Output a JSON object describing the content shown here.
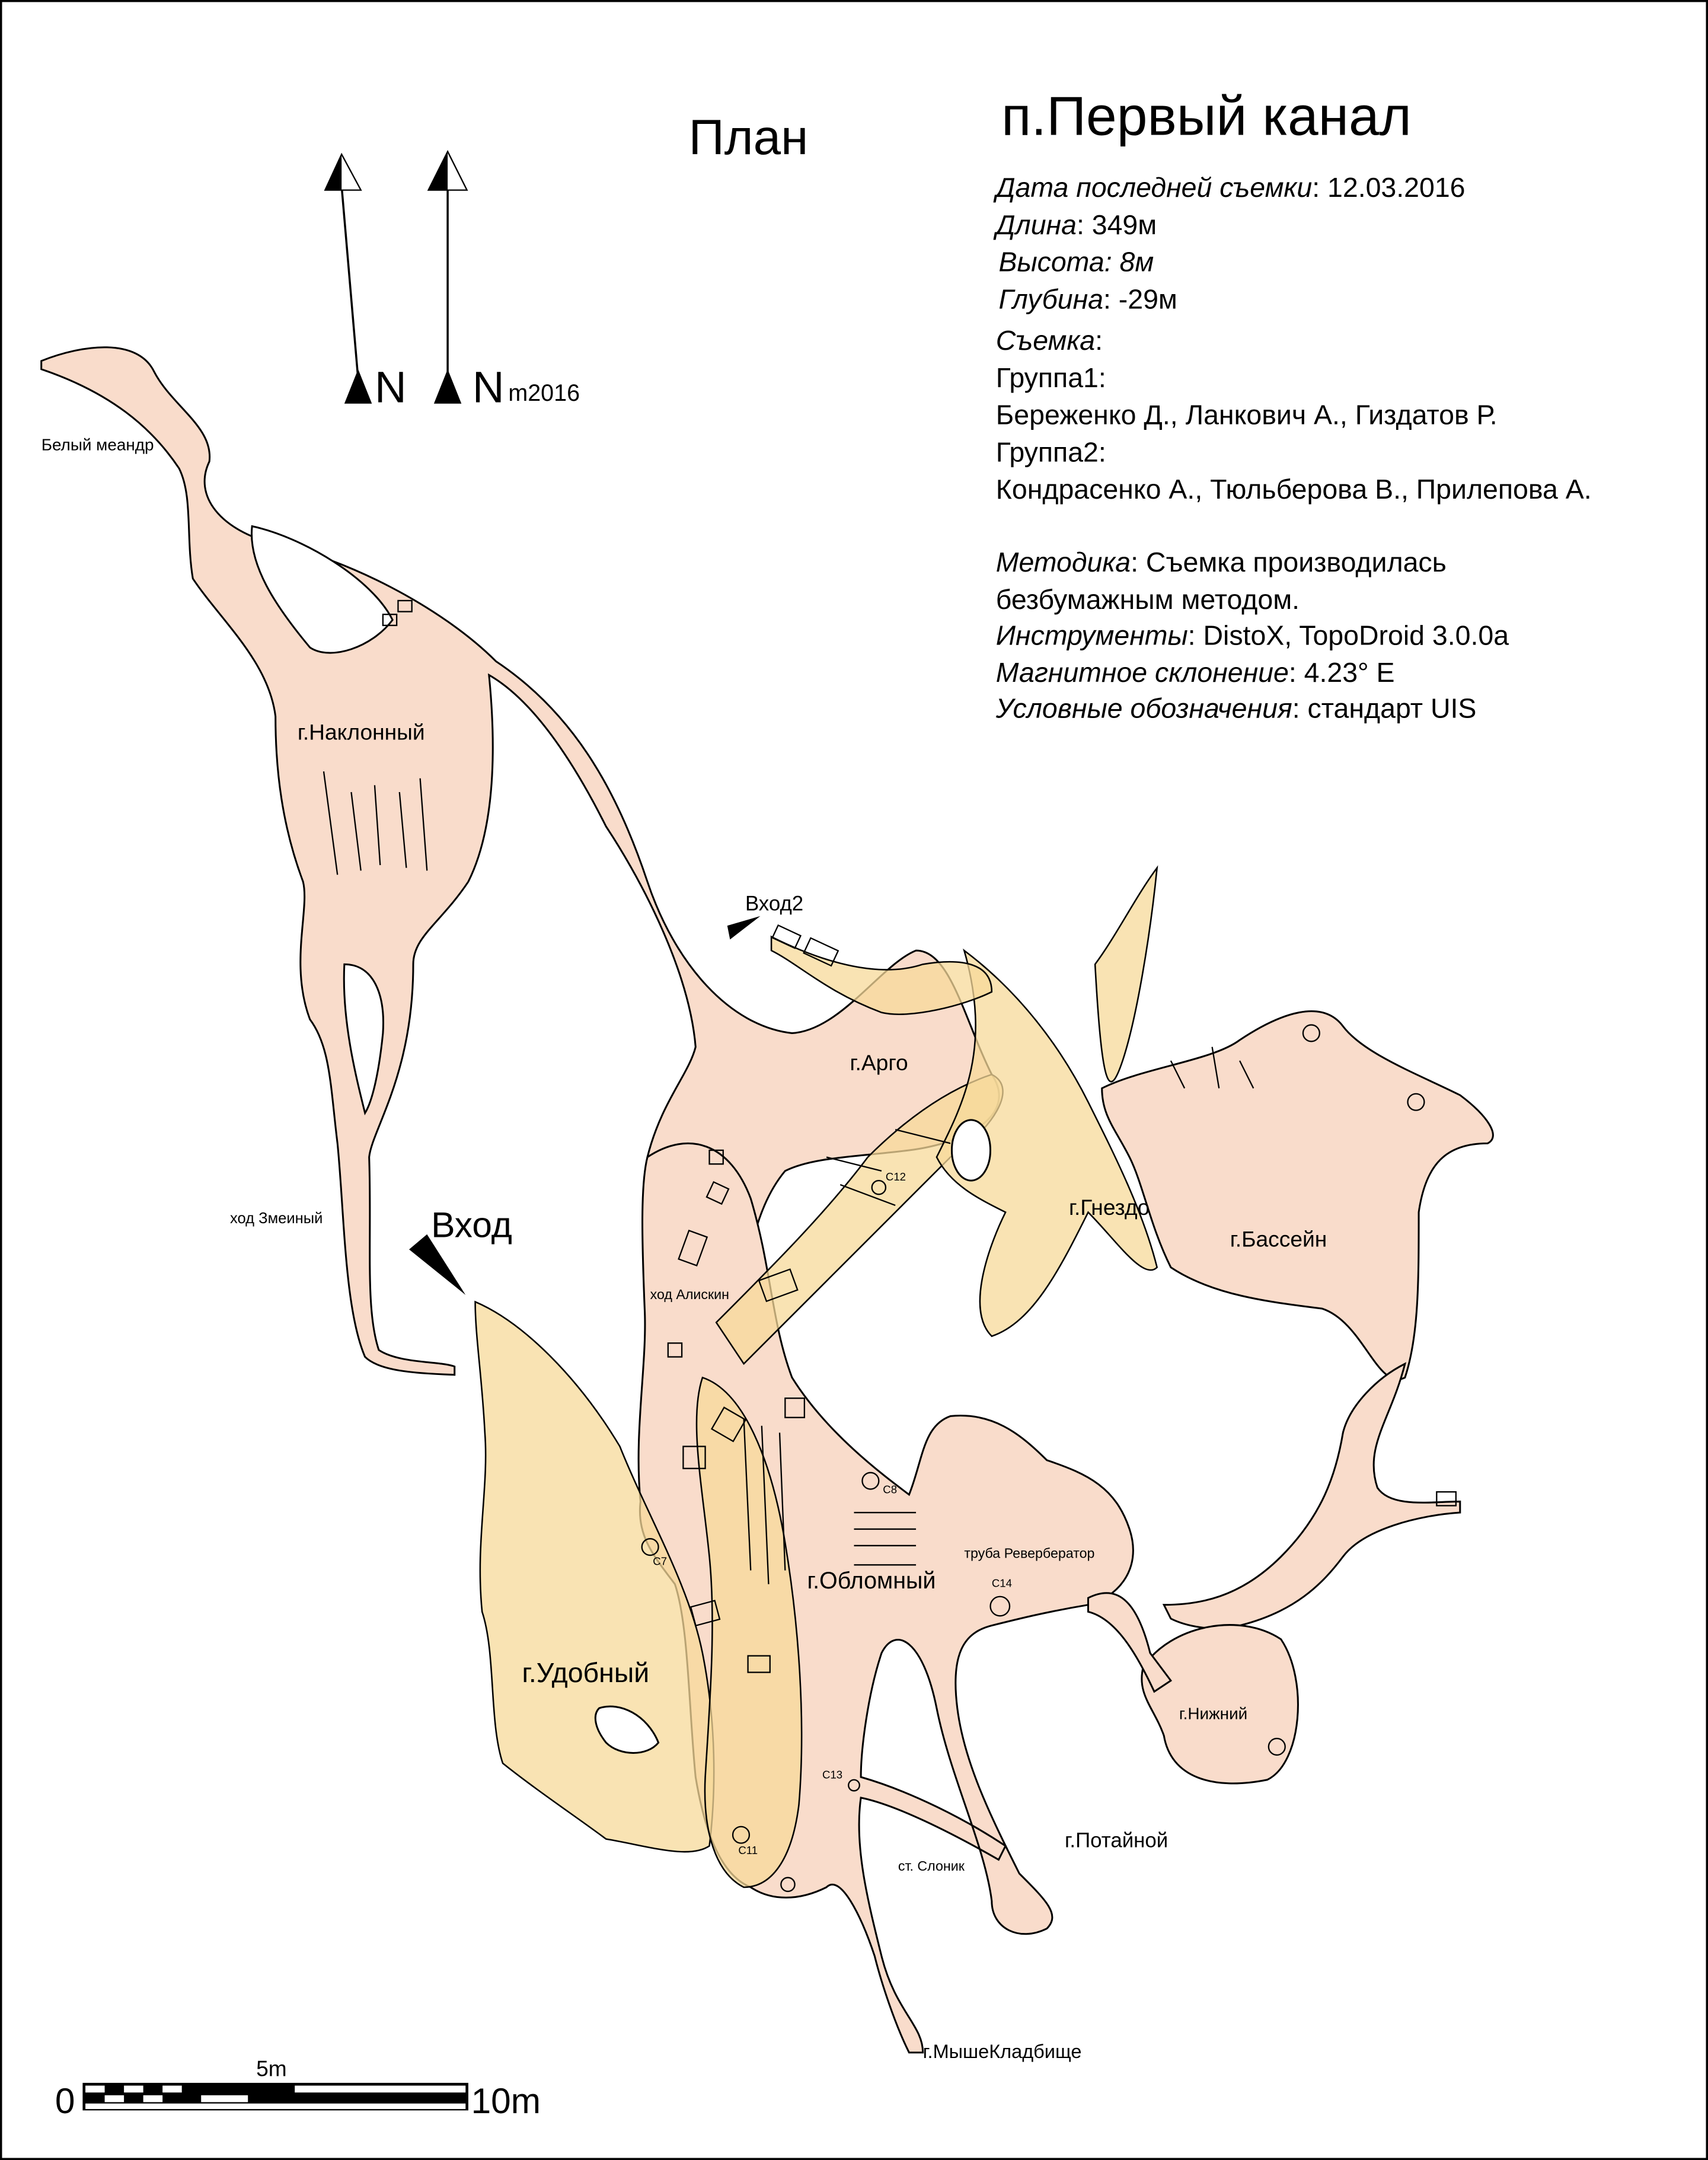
{
  "header": {
    "plan_label": "План",
    "cave_title": "п.Первый канал"
  },
  "info": {
    "date_label": "Дата последней съемки",
    "date_value": ": 12.03.2016",
    "length_label": "Длина",
    "length_value": ": 349м",
    "height_label": "Высота: 8м",
    "depth_label": "Глубина",
    "depth_value": ": -29м",
    "survey_label": "Съемка",
    "survey_colon": ":",
    "group1_label": "Группа1:",
    "group1_members": "Береженко Д., Ланкович А., Гиздатов Р.",
    "group2_label": "Группа2:",
    "group2_members": "Кондрасенко А., Тюльберова В., Прилепова А.",
    "method_label": "Методика",
    "method_value": ": Съемка производилась",
    "method_value_2": "безбумажным методом.",
    "instruments_label": "Инструменты",
    "instruments_value": ": DistoX, TopoDroid 3.0.0a",
    "declination_label": "Магнитное склонение",
    "declination_value": ": 4.23°  E",
    "legend_label": "Условные обозначения",
    "legend_value": ": стандарт UIS"
  },
  "north": {
    "true_north": "N",
    "magnetic_north": "N",
    "magnetic_suffix": "m2016"
  },
  "labels": {
    "belyi_meandr": "Белый меандр",
    "naklonny": "г.Наклонный",
    "zmeiny": "ход Змеиный",
    "entrance": "Вход",
    "entrance2": "Вход2",
    "argo": "г.Арго",
    "gnezdo": "г.Гнездо",
    "bassein": "г.Бассейн",
    "aliskin": "ход Алискин",
    "reverberator": "труба Ревербератор",
    "oblomny": "г.Обломный",
    "udobny": "г.Удобный",
    "nizhny": "г.Нижний",
    "potainoy": "г.Потайной",
    "slonik": "ст. Слоник",
    "myshekladbishche": "г.МышеКладбище",
    "c7": "C7",
    "c8": "C8",
    "c11": "C11",
    "c12": "C12",
    "c13": "C13",
    "c14": "C14"
  },
  "scale_bar": {
    "zero": "0",
    "mid": "5m",
    "end": "10m"
  },
  "colors": {
    "passage": "#f9dccb",
    "overlay": "#f7d99a",
    "line": "#000000"
  }
}
